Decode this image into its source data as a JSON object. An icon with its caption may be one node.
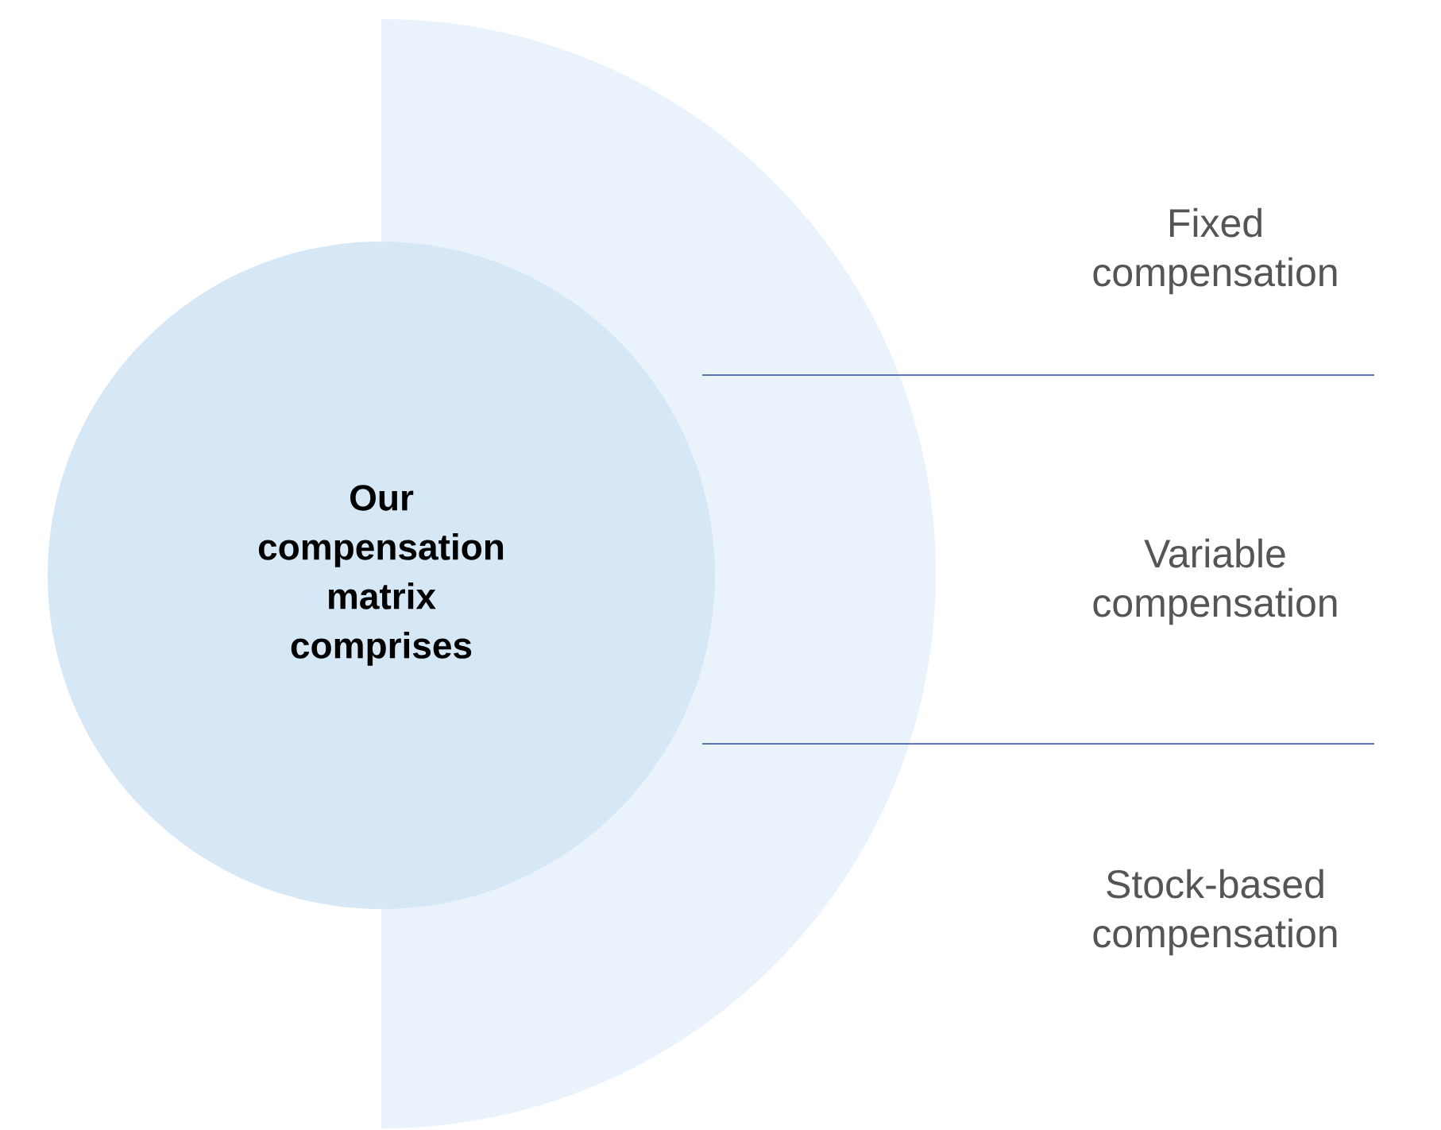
{
  "diagram": {
    "nodes": [
      {
        "text": [
          "Our compensation matrix comprises"
        ]
      }
    ],
    "labels": [
      "Fixed compensation",
      "Variable compensation",
      "Stock-based compensation"
    ]
  }
}
